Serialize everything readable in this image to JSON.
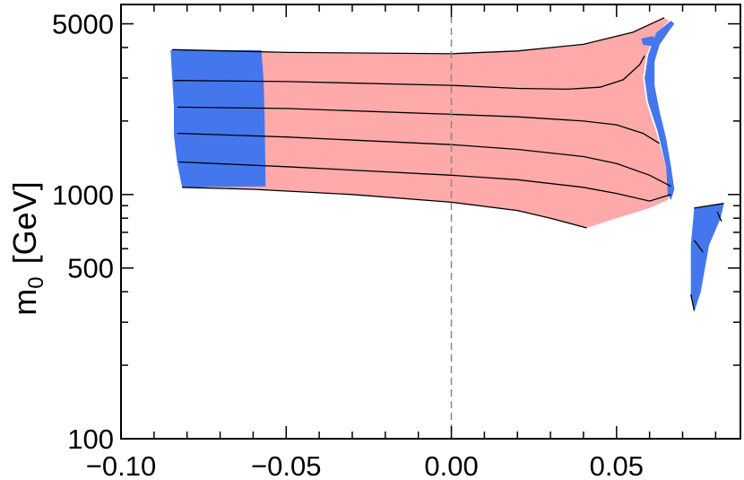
{
  "chart_data": {
    "type": "area",
    "title": "",
    "xlabel": "",
    "ylabel_main": "m",
    "ylabel_sub": "0",
    "ylabel_unit": "[GeV]",
    "xscale": "linear",
    "yscale": "log",
    "xlim": [
      -0.1,
      0.0875
    ],
    "ylim": [
      100,
      6000
    ],
    "x_ticks": [
      {
        "value": -0.1,
        "label": "−0.10"
      },
      {
        "value": -0.05,
        "label": "−0.05"
      },
      {
        "value": 0.0,
        "label": "0.00"
      },
      {
        "value": 0.05,
        "label": "0.05"
      }
    ],
    "y_ticks": [
      {
        "value": 100,
        "label": "100"
      },
      {
        "value": 500,
        "label": "500"
      },
      {
        "value": 1000,
        "label": "1000"
      },
      {
        "value": 5000,
        "label": "5000"
      }
    ],
    "reference_line": {
      "x": 0.0,
      "style": "dashed",
      "color": "#888888"
    },
    "colors": {
      "pink": "#FFAAAA",
      "blue": "#4477EE",
      "line": "#000000"
    },
    "regions": [
      {
        "name": "pink-region",
        "color": "#FFAAAA",
        "points": [
          [
            -0.085,
            3900
          ],
          [
            -0.05,
            3800
          ],
          [
            0.0,
            3750
          ],
          [
            0.02,
            3850
          ],
          [
            0.04,
            4100
          ],
          [
            0.055,
            4600
          ],
          [
            0.064,
            5300
          ],
          [
            0.066,
            5150
          ],
          [
            0.062,
            4600
          ],
          [
            0.059,
            3700
          ],
          [
            0.058,
            3000
          ],
          [
            0.059,
            2400
          ],
          [
            0.062,
            1800
          ],
          [
            0.065,
            1300
          ],
          [
            0.0665,
            1050
          ],
          [
            0.0655,
            950
          ],
          [
            0.06,
            880
          ],
          [
            0.05,
            800
          ],
          [
            0.041,
            730
          ],
          [
            0.03,
            800
          ],
          [
            0.02,
            860
          ],
          [
            0.0,
            930
          ],
          [
            -0.03,
            1000
          ],
          [
            -0.06,
            1050
          ],
          [
            -0.0815,
            1070
          ],
          [
            -0.083,
            1350
          ],
          [
            -0.084,
            1750
          ],
          [
            -0.084,
            2300
          ],
          [
            -0.0845,
            3000
          ]
        ]
      },
      {
        "name": "blue-band-left",
        "color": "#4477EE",
        "points": [
          [
            -0.085,
            3900
          ],
          [
            -0.0575,
            3900
          ],
          [
            -0.0568,
            2900
          ],
          [
            -0.0565,
            2000
          ],
          [
            -0.0562,
            1080
          ],
          [
            -0.0815,
            1070
          ],
          [
            -0.083,
            1350
          ],
          [
            -0.084,
            1750
          ],
          [
            -0.084,
            2300
          ],
          [
            -0.0845,
            3000
          ]
        ]
      },
      {
        "name": "blue-band-right-edge",
        "color": "#4477EE",
        "points": [
          [
            0.0665,
            5150
          ],
          [
            0.0675,
            5000
          ],
          [
            0.066,
            4700
          ],
          [
            0.063,
            4100
          ],
          [
            0.0615,
            3500
          ],
          [
            0.0615,
            2800
          ],
          [
            0.063,
            2200
          ],
          [
            0.065,
            1700
          ],
          [
            0.0665,
            1300
          ],
          [
            0.0675,
            1050
          ],
          [
            0.0665,
            950
          ],
          [
            0.0655,
            1000
          ],
          [
            0.065,
            1300
          ],
          [
            0.0625,
            1800
          ],
          [
            0.0595,
            2400
          ],
          [
            0.0585,
            3000
          ],
          [
            0.0595,
            3700
          ],
          [
            0.062,
            4600
          ]
        ]
      },
      {
        "name": "blue-notch",
        "color": "#4477EE",
        "points": [
          [
            0.0575,
            4350
          ],
          [
            0.061,
            4450
          ],
          [
            0.0625,
            4250
          ],
          [
            0.061,
            4050
          ],
          [
            0.058,
            4100
          ]
        ]
      },
      {
        "name": "blue-island",
        "color": "#4477EE",
        "points": [
          [
            0.0735,
            880
          ],
          [
            0.0825,
            920
          ],
          [
            0.0815,
            800
          ],
          [
            0.078,
            620
          ],
          [
            0.0755,
            400
          ],
          [
            0.0735,
            330
          ],
          [
            0.0725,
            390
          ],
          [
            0.0725,
            620
          ]
        ]
      }
    ],
    "contours": [
      {
        "name": "contour-top",
        "points": [
          [
            -0.0845,
            3920
          ],
          [
            -0.05,
            3820
          ],
          [
            0.0,
            3770
          ],
          [
            0.02,
            3870
          ],
          [
            0.04,
            4120
          ],
          [
            0.055,
            4620
          ],
          [
            0.0645,
            5300
          ]
        ]
      },
      {
        "name": "contour-2",
        "points": [
          [
            -0.084,
            2930
          ],
          [
            -0.05,
            2900
          ],
          [
            0.0,
            2800
          ],
          [
            0.02,
            2720
          ],
          [
            0.035,
            2700
          ],
          [
            0.045,
            2750
          ],
          [
            0.052,
            2950
          ],
          [
            0.057,
            3400
          ],
          [
            0.0585,
            3700
          ]
        ]
      },
      {
        "name": "contour-3",
        "points": [
          [
            -0.083,
            2280
          ],
          [
            -0.05,
            2250
          ],
          [
            0.0,
            2130
          ],
          [
            0.02,
            2080
          ],
          [
            0.04,
            2000
          ],
          [
            0.05,
            1930
          ],
          [
            0.058,
            1780
          ],
          [
            0.063,
            1620
          ]
        ]
      },
      {
        "name": "contour-4",
        "points": [
          [
            -0.083,
            1780
          ],
          [
            -0.05,
            1720
          ],
          [
            0.0,
            1600
          ],
          [
            0.02,
            1530
          ],
          [
            0.04,
            1430
          ],
          [
            0.05,
            1340
          ],
          [
            0.06,
            1200
          ],
          [
            0.0665,
            1080
          ]
        ]
      },
      {
        "name": "contour-5",
        "points": [
          [
            -0.0825,
            1360
          ],
          [
            -0.05,
            1300
          ],
          [
            0.0,
            1200
          ],
          [
            0.02,
            1150
          ],
          [
            0.04,
            1070
          ],
          [
            0.05,
            1010
          ],
          [
            0.06,
            940
          ],
          [
            0.0665,
            1000
          ]
        ]
      },
      {
        "name": "contour-bottom",
        "points": [
          [
            -0.0815,
            1070
          ],
          [
            -0.06,
            1050
          ],
          [
            -0.03,
            1000
          ],
          [
            0.0,
            930
          ],
          [
            0.02,
            860
          ],
          [
            0.03,
            800
          ],
          [
            0.041,
            730
          ]
        ]
      },
      {
        "name": "contour-island-a",
        "points": [
          [
            0.0735,
            880
          ],
          [
            0.0825,
            920
          ]
        ]
      },
      {
        "name": "contour-island-b",
        "points": [
          [
            0.0805,
            850
          ],
          [
            0.0818,
            775
          ]
        ]
      },
      {
        "name": "contour-island-c",
        "points": [
          [
            0.0735,
            650
          ],
          [
            0.0762,
            580
          ]
        ]
      },
      {
        "name": "contour-island-d",
        "points": [
          [
            0.0725,
            390
          ],
          [
            0.0735,
            335
          ]
        ]
      }
    ]
  }
}
